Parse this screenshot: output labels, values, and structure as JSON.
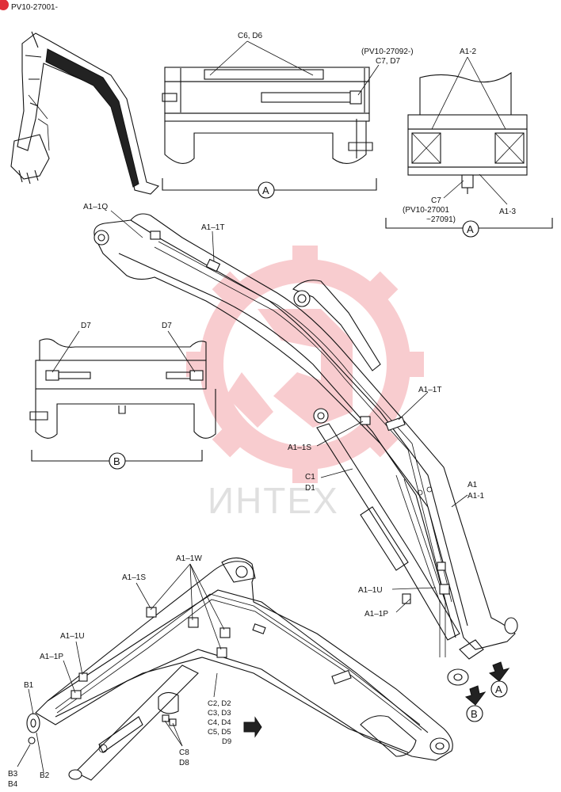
{
  "header": {
    "badge_color": "#e0303a",
    "code": "PV10-27001-"
  },
  "watermark": {
    "text": "ИНТЕХ",
    "logo_color": "#f4a3a8"
  },
  "view_a_top": {
    "letter": "A",
    "labels": {
      "c6_d6": "C6, D6",
      "pv_note": "(PV10-27092-)",
      "c7_d7": "C7, D7"
    }
  },
  "view_a_right": {
    "letter": "A",
    "labels": {
      "a1_2": "A1-2",
      "c7": "C7",
      "range_1": "(PV10-27001",
      "range_2": "~27091)",
      "a1_3": "A1-3"
    }
  },
  "view_b": {
    "letter": "B",
    "labels": {
      "d7_left": "D7",
      "d7_right": "D7"
    }
  },
  "arm": {
    "labels": {
      "a1_1q": "A1–1Q",
      "a1_1t_top": "A1–1T",
      "a1_1t_mid": "A1–1T",
      "a1_1s": "A1–1S",
      "c1": "C1",
      "d1": "D1",
      "a1": "A1",
      "a1_1": "A1-1",
      "a1_1u": "A1–1U",
      "a1_1p": "A1–1P"
    },
    "arrows": {
      "b": "B",
      "a": "A"
    }
  },
  "boom": {
    "labels": {
      "a1_1w": "A1–1W",
      "a1_1s": "A1–1S",
      "a1_1u": "A1–1U",
      "a1_1p": "A1–1P",
      "b1": "B1",
      "b3": "B3",
      "b4": "B4",
      "b2": "B2",
      "c2_d2": "C2, D2",
      "c3_d3": "C3, D3",
      "c4_d4": "C4, D4",
      "c5_d5": "C5, D5",
      "d9": "D9",
      "c8": "C8",
      "d8": "D8"
    }
  }
}
